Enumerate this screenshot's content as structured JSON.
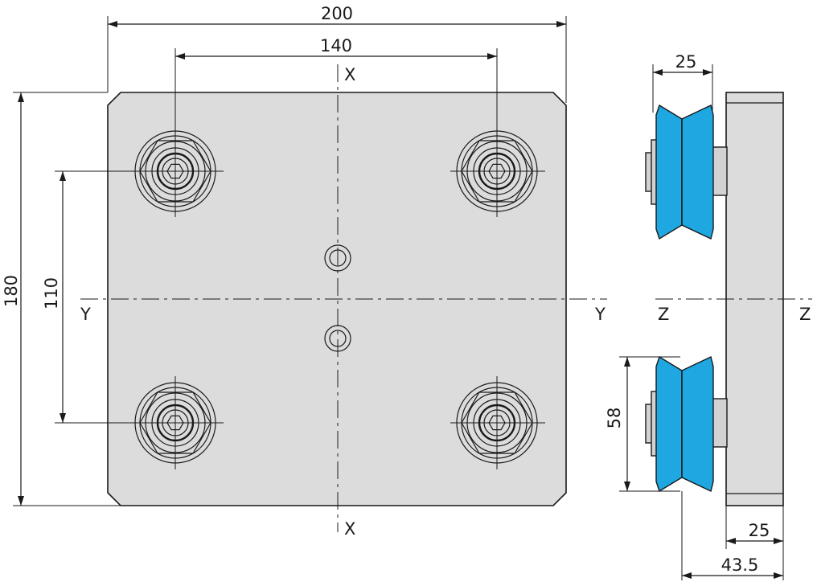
{
  "dimensions": {
    "plate_width": "200",
    "hole_spacing_x": "140",
    "plate_height": "180",
    "hole_spacing_y": "110",
    "wheel_width": "25",
    "wheel_diameter": "58",
    "plate_thickness": "25",
    "total_depth": "43.5"
  },
  "axes": {
    "x_top": "X",
    "x_bottom": "X",
    "y_left": "Y",
    "y_right": "Y",
    "z_left": "Z",
    "z_right": "Z"
  },
  "colors": {
    "plate": "#dcdcdc",
    "wheel": "#1ea7e1"
  }
}
